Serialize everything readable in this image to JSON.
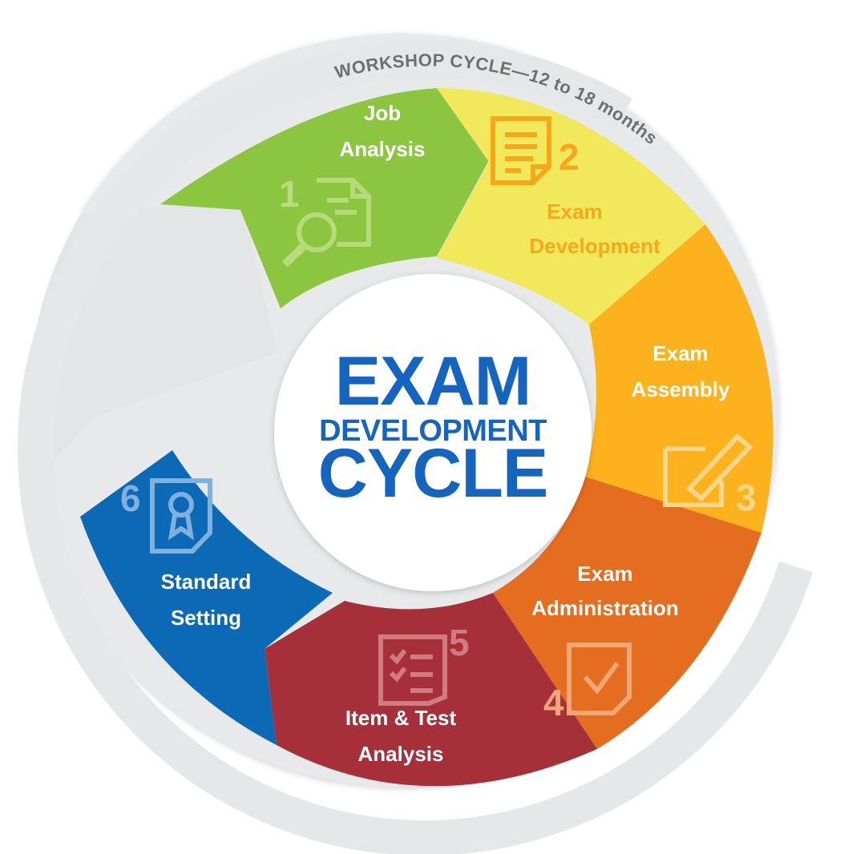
{
  "workshop_label": "WORKSHOP CYCLE—12 to 18 months",
  "center": {
    "line1": "EXAM",
    "line2": "DEVELOPMENT",
    "line3": "CYCLE",
    "color": "#1565c0"
  },
  "steps": [
    {
      "number": "1",
      "label_line1": "Job",
      "label_line2": "Analysis",
      "color": "#8cc540",
      "icon": "magnifier-document-icon"
    },
    {
      "number": "2",
      "label_line1": "Exam",
      "label_line2": "Development",
      "color": "#f1e85b",
      "icon": "document-icon"
    },
    {
      "number": "3",
      "label_line1": "Exam",
      "label_line2": "Assembly",
      "color": "#fbb21d",
      "icon": "pencil-document-icon"
    },
    {
      "number": "4",
      "label_line1": "Exam",
      "label_line2": "Administration",
      "color": "#e56d1f",
      "icon": "checkmark-document-icon"
    },
    {
      "number": "5",
      "label_line1": "Item & Test",
      "label_line2": "Analysis",
      "color": "#a53039",
      "icon": "checklist-document-icon"
    },
    {
      "number": "6",
      "label_line1": "Standard",
      "label_line2": "Setting",
      "color": "#0b69b5",
      "icon": "certificate-document-icon"
    }
  ]
}
